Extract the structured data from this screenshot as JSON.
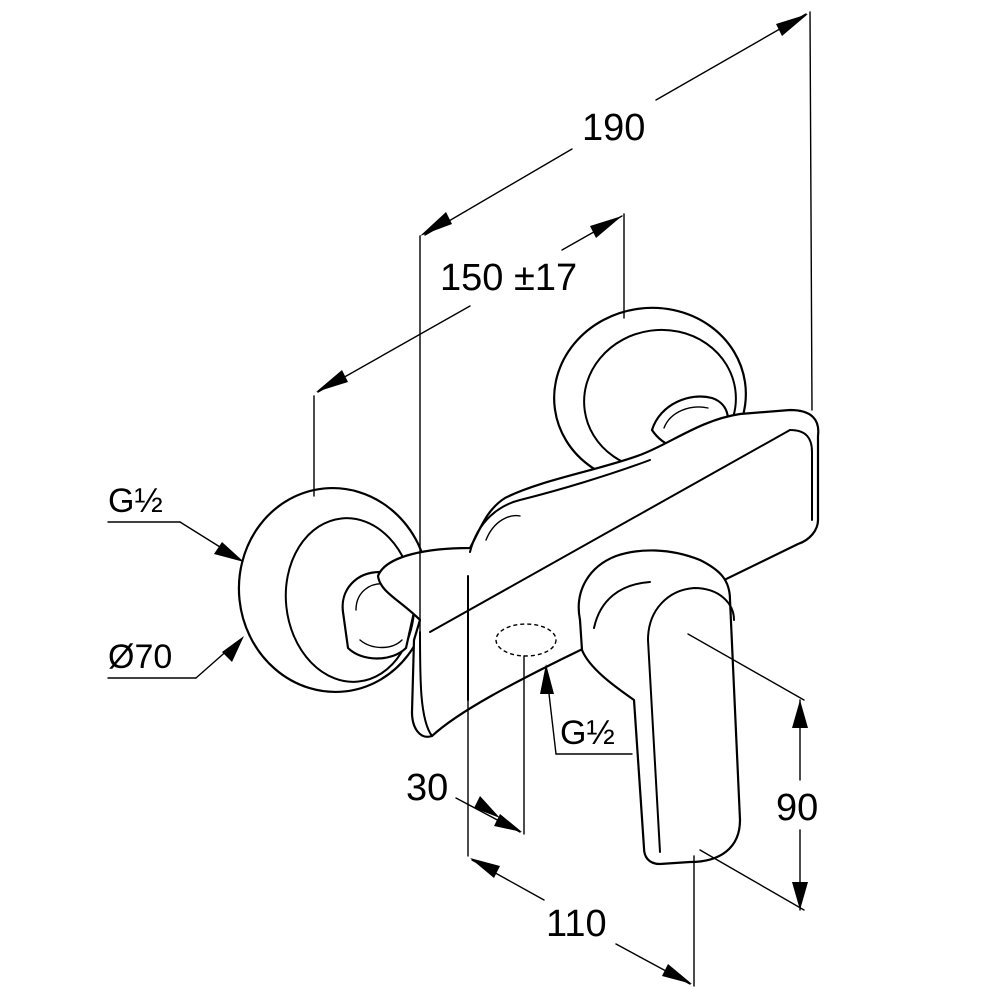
{
  "dimensions": {
    "overall_length": "190",
    "connection_spacing": "150 ±17",
    "outlet_offset": "30",
    "depth": "110",
    "handle_height": "90"
  },
  "labels": {
    "inlet_thread": "G½",
    "rosette_diameter": "Ø70",
    "outlet_thread": "G½"
  }
}
